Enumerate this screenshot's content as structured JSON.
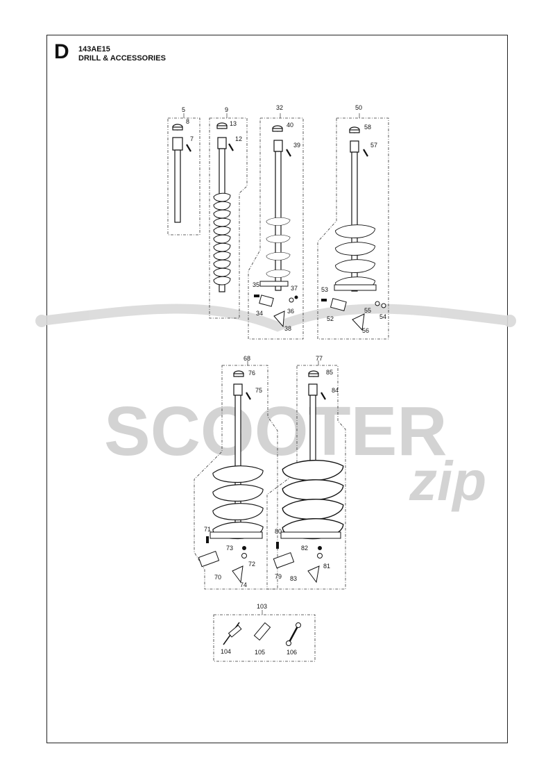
{
  "header": {
    "section_letter": "D",
    "model_code": "143AE15",
    "title": "DRILL & ACCESSORIES"
  },
  "watermark": {
    "brand": "SCOOTER",
    "sub": "zip",
    "color": "#cfcfcf"
  },
  "labels": {
    "p5": "5",
    "p8": "8",
    "p7": "7",
    "p9": "9",
    "p13": "13",
    "p12": "12",
    "p32": "32",
    "p40": "40",
    "p39": "39",
    "p35": "35",
    "p37": "37",
    "p34": "34",
    "p36": "36",
    "p38": "38",
    "p50": "50",
    "p58": "58",
    "p57": "57",
    "p53": "53",
    "p55": "55",
    "p54": "54",
    "p52": "52",
    "p56": "56",
    "p68": "68",
    "p76": "76",
    "p75": "75",
    "p71": "71",
    "p73": "73",
    "p72": "72",
    "p70": "70",
    "p74": "74",
    "p77": "77",
    "p85": "85",
    "p84": "84",
    "p80": "80",
    "p82": "82",
    "p81": "81",
    "p79": "79",
    "p83": "83",
    "p103": "103",
    "p104": "104",
    "p105": "105",
    "p106": "106"
  }
}
